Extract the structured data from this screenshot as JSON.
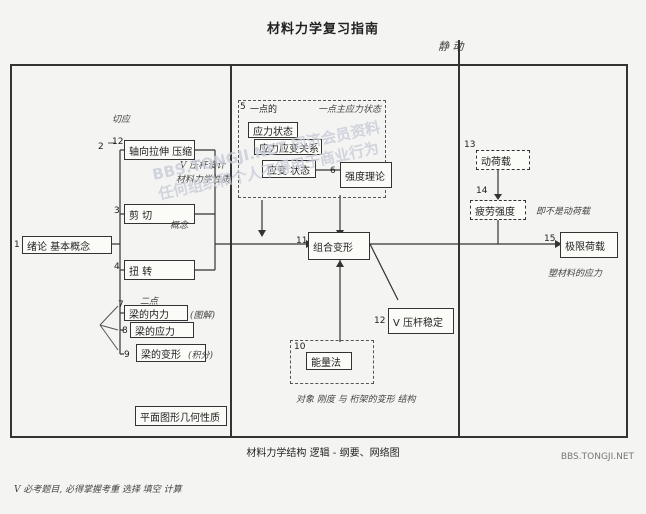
{
  "title": "材料力学复习指南",
  "header_note": "静  动",
  "boxes": {
    "n1": {
      "num": "1",
      "label": "绪论 基本概念"
    },
    "n12": {
      "num": "12",
      "label": "轴向拉伸 压缩"
    },
    "n_shear": {
      "label": "剪  切"
    },
    "n_torsion": {
      "label": "扭  转"
    },
    "n_beam_force": {
      "label": "梁的内力"
    },
    "n_beam_stress": {
      "label": "梁的应力"
    },
    "n_beam_def": {
      "label": "梁的变形"
    },
    "n_plane": {
      "label": "平面图形几何性质"
    },
    "n5": {
      "num": "5",
      "label": "一点的"
    },
    "n_stress_state": {
      "label": "应力状态"
    },
    "n_stress_strain": {
      "label": "应力应变关系"
    },
    "n_strain_state": {
      "label": "应变 状态"
    },
    "n6": {
      "num": "6",
      "label": "强度理论"
    },
    "n11": {
      "num": "11",
      "label": "组合变形"
    },
    "n12b": {
      "num": "12",
      "label": "V 压杆稳定"
    },
    "n10": {
      "num": "10",
      "label": "能量法"
    },
    "n13": {
      "num": "13",
      "label": "动荷载"
    },
    "n14": {
      "num": "14",
      "label": "疲劳强度"
    },
    "n15": {
      "num": "15",
      "label": "极限荷载"
    }
  },
  "side_nums": {
    "s7": "7",
    "s8": "8",
    "s9": "9",
    "s3": "3",
    "s2": "2",
    "s4": "4"
  },
  "handwriting": {
    "h1": "切应",
    "h2": "V 压杆设计",
    "h3": "材料力学性质",
    "h4": "概念",
    "h5": "二点",
    "h6": "(图解)",
    "h7": "(积分)",
    "h8": "即不是动荷载",
    "h9": "塑材料的应力",
    "h10": "一点主应力状态",
    "h11": "对象 刚度 与 桁架的变形 结构"
  },
  "watermark": [
    "BBS.TONGJI.NET 同济会员资料",
    "任何组织和个人不得用于商业行为"
  ],
  "caption": "材料力学结构 逻辑 - 纲要、网络图",
  "site": "BBS.TONGJI.NET",
  "footer": "V   必考题目, 必得掌握考重      选择   填空   计算"
}
